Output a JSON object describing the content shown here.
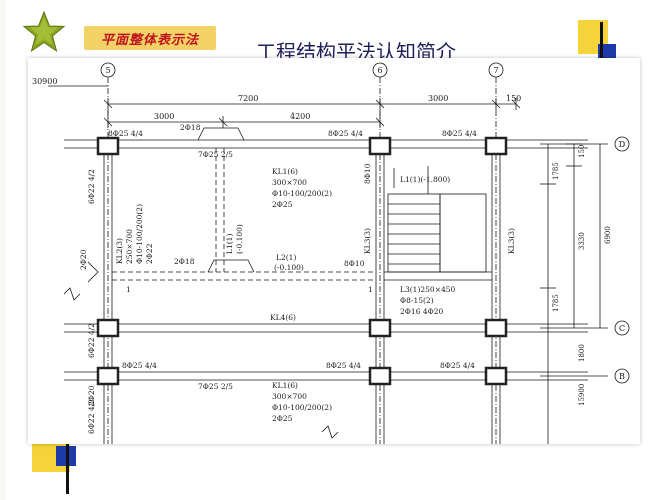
{
  "slide": {
    "badge_label": "平面整体表示法",
    "title": "工程结构平法认知简介"
  },
  "axes": {
    "col_5": "5",
    "col_6": "6",
    "col_7": "7",
    "row_D": "D",
    "row_C": "C",
    "row_B": "B"
  },
  "dims": {
    "left_margin": "30900",
    "span_5_6": "7200",
    "span_6_7": "3000",
    "overhang": "150",
    "sub_3000": "3000",
    "sub_4200": "4200",
    "right_150": "150",
    "right_1785a": "1785",
    "right_3330": "3330",
    "right_1785b": "1785",
    "right_6900": "6900",
    "right_1800": "1800",
    "right_15900": "15900"
  },
  "annotations": {
    "top_left_rebar": "8Φ25 4/4",
    "top_mid_rebar": "8Φ25 4/4",
    "top_right_rebar": "8Φ25 4/4",
    "top_2phi18": "2Φ18",
    "top_7phi25": "7Φ25 2/5",
    "kl1_name": "KL1(6)",
    "kl1_size": "300×700",
    "kl1_stirrup": "Φ10-100/200(2)",
    "kl1_top": "2Φ25",
    "l1_top": "L1(1)(-1.800)",
    "left_6phi22": "6Φ22 4/2",
    "kl2_name": "KL2(3)",
    "kl2_size": "250×700",
    "kl2_stirrup": "Φ10-100/200(2)",
    "kl2_top": "2Φ22",
    "left_2phi20": "2Φ20",
    "l1_vert": "L1(1)",
    "l1_vert_elev": "(-0.100)",
    "mid_2phi18": "2Φ18",
    "l2_name": "L2(1)",
    "l2_elev": "(-0.100)",
    "mid_8phi10_v": "8Φ10",
    "kl3_mid": "KL3(3)",
    "mid_8phi10_h": "8Φ10",
    "l3_name": "L3(1)250×450",
    "l3_stirrup": "Φ8-15(2)",
    "l3_bars": "2Φ16 4Φ20",
    "kl4_right": "KL3(3)",
    "kl5_mid": "KL4(6)",
    "left_6phi22_b": "6Φ22 4/2",
    "left_2phi20_b": "2Φ20",
    "bot_8phi25_l": "8Φ25 4/4",
    "bot_8phi25_m": "8Φ25 4/4",
    "bot_8phi25_r": "8Φ25 4/4",
    "bot_7phi25": "7Φ25 2/5",
    "kl6_name": "KL1(6)",
    "kl6_size": "300×700",
    "kl6_stirrup": "Φ10-100/200(2)",
    "kl6_top": "2Φ25",
    "left_6phi22_c": "6Φ22 4/2",
    "section_1": "1",
    "section_1b": "1"
  },
  "colors": {
    "badge_bg": "#f2d266",
    "badge_text": "#c0141d",
    "title": "#20205a",
    "deco_yellow": "#f5d33a",
    "deco_blue": "#1d3aa8",
    "star": "#8aa51f"
  }
}
